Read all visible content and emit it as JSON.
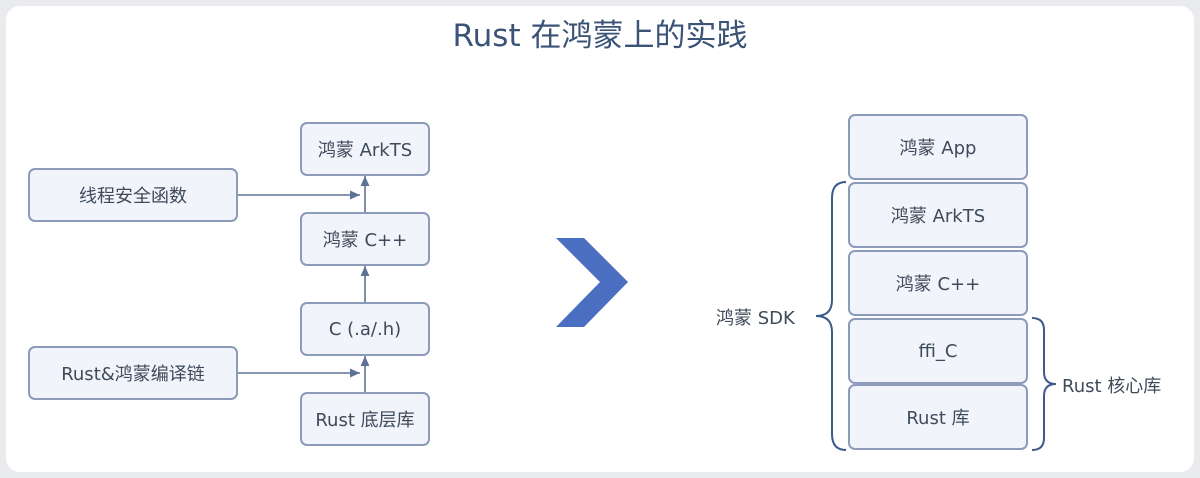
{
  "title": "Rust 在鸿蒙上的实践",
  "left": {
    "stack": [
      "鸿蒙 ArkTS",
      "鸿蒙 C++",
      "C (.a/.h)",
      "Rust 底层库"
    ],
    "side_top": "线程安全函数",
    "side_bottom": "Rust&鸿蒙编译链"
  },
  "right": {
    "stack": [
      "鸿蒙 App",
      "鸿蒙 ArkTS",
      "鸿蒙 C++",
      "ffi_C",
      "Rust 库"
    ],
    "sdk_label": "鸿蒙 SDK",
    "core_label": "Rust 核心库"
  },
  "colors": {
    "box_border": "#8c9bb9",
    "box_fill": "#f1f4fa",
    "arrow": "#4a6fc1",
    "line": "#5d7296",
    "title": "#3a5377"
  }
}
